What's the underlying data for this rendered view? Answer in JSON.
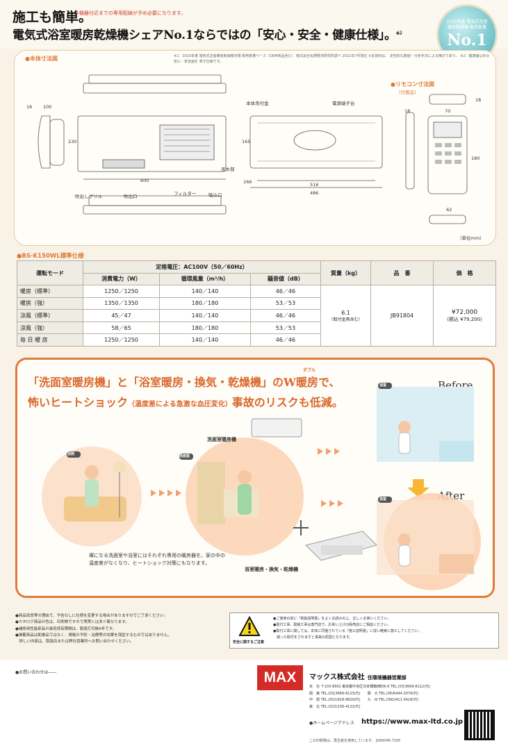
{
  "header": {
    "title": "施工も簡単。",
    "title_note": "※機器付近までの専用配線が予め必要になります。",
    "headline": "電気式浴室暖房乾燥機シェアNo.1ならではの「安心・安全・健康仕様」。",
    "headline_note": "※2",
    "badge_text": "2020年度 電気式浴室暖房乾燥機 販売数量",
    "badge_main": "No.1"
  },
  "dimensions": {
    "section_title": "●本体寸法図",
    "footnote": "※1：2020年度 電気式浴室暖房乾燥機市場 販売数量ベース（OEM商品含む） 株式会社矢野経済研究所調べ 2021年7月現在 ※本資料は、 定性的な数値・分析手法による推計であり、 ※2：健康面以外の安心・安全面を 表す仕様です。",
    "labels": {
      "l16": "16",
      "l100": "100",
      "l230": "230",
      "l600": "600",
      "l165": "165",
      "l486": "486",
      "l516": "516",
      "l166": "166",
      "grille": "吹出しグリル",
      "outlet": "吹出口",
      "filter": "フィルター",
      "inlet": "吸込口",
      "hanger": "吊木部",
      "mount": "本体吊付金",
      "terminal": "電源端子台",
      "remote_title": "●リモコン寸法図",
      "remote_sub": "（付属品）",
      "r18": "18",
      "r70": "70",
      "r18b": "18",
      "r180": "180",
      "r62": "62",
      "unit": "（単位mm）"
    }
  },
  "spec": {
    "title": "●BS-K150WL標準仕様",
    "rated_voltage": "定格電圧：AC100V（50／60Hz）",
    "headers": {
      "mode": "運転モード",
      "power": "消費電力（W）",
      "airflow": "循環風量（m³/h）",
      "noise": "騒音値（dB）",
      "mass": "質量（kg）",
      "part": "品　番",
      "price": "価　格"
    },
    "rows": [
      {
        "mode": "暖房（標準）",
        "power": "1250／1250",
        "airflow": "140／140",
        "noise": "46／46"
      },
      {
        "mode": "暖房（強）",
        "power": "1350／1350",
        "airflow": "180／180",
        "noise": "53／53"
      },
      {
        "mode": "涼風（標準）",
        "power": "45／47",
        "airflow": "140／140",
        "noise": "46／46"
      },
      {
        "mode": "涼風（強）",
        "power": "58／65",
        "airflow": "180／180",
        "noise": "53／53"
      },
      {
        "mode": "毎 日 暖 房",
        "power": "1250／1250",
        "airflow": "140／140",
        "noise": "46／46"
      }
    ],
    "mass_value": "6.1",
    "mass_note": "（取付金具含む）",
    "part_number": "JB91804",
    "price": "¥72,000",
    "price_tax": "（税込 ¥79,200）"
  },
  "merit": {
    "line1": "「洗面室暖房機」と「浴室暖房・換気・乾燥機」のW暖房で、",
    "ruby": "ダブル",
    "line2_a": "怖いヒートショック",
    "line2_b": "（温度差による急激な血圧変化）",
    "line2_c": "事故のリスクも低減。",
    "before": "Before",
    "after": "After",
    "label_washroom_heater": "洗面室暖房機",
    "label_bath_heater": "浴室暖房・換気・乾燥機",
    "caption": "裸になる洗面室や浴室にはそれぞれ専用の暖房器を。家の中の温度差がなくなり、ヒートショック対策にもなります。",
    "tag_living": "居間",
    "tag_wash": "洗面室",
    "tag_bath": "浴室"
  },
  "notes": {
    "left": [
      "●商品改良等の理由で、予告なしに仕様を変更する場合がありますのでご了承ください。",
      "●カタログ商品の色は、印刷物ですので実際とは多少異なります。",
      "●補修用性能部品の最低保有期間は、製造打切後6年です。",
      "●掲載商品は配慮品ではなく、規格の予防・治療等の効果を保証するものではありません。",
      "　詳しい内容は、取扱店または弊社営業所へお問い合わせください。"
    ],
    "safety_label": "安全に関するご注意",
    "safety": [
      "●ご使用の前に「取扱説明書」をよくお読みの上、正しくお使いください。",
      "●取付工事、配線工事は専門店で。お買い上げの販売店にご相談ください。",
      "●取付工事に関しては、本体に同梱されている「施工説明書」に従い確実に施工してください。",
      "　誤った取付をされますと事故の原因となります。"
    ]
  },
  "footer": {
    "contact": "●お問い合わせは――",
    "logo": "MAX",
    "company": "マックス株式会社",
    "company_div": "住環境機器営業部",
    "address": [
      "本　社 〒103-8502 東京都中央区日本橋箱崎町6-6 TEL.(03)3669-8112(代)",
      "関　東 TEL.(03)3669-8123(代)　　関　大 TEL.(06)6444-2079(代)",
      "中　部 TEL.(052)918-9820(代)　　九　州 TEL.(092)411-5418(代)",
      "東　北 TEL.(022)236-4122(代)"
    ],
    "url_label": "●ホームページアドレス",
    "url": "https://www.max-ltd.co.jp",
    "fine": "この印刷物は、再生紙を使用しています。 JK8004N 7205"
  }
}
